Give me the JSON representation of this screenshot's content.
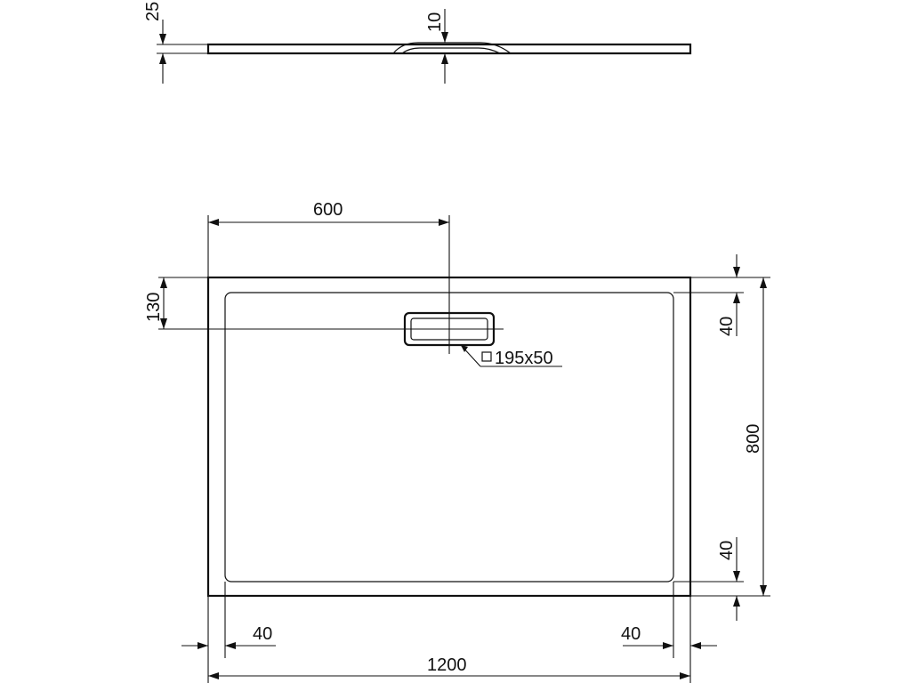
{
  "side_view": {
    "height_label": "25",
    "drain_depth_label": "10"
  },
  "plan_view": {
    "drain_offset_x_label": "600",
    "drain_offset_y_label": "130",
    "drain_size_label": "195x50",
    "top_margin_label": "40",
    "bottom_margin_label": "40",
    "depth_label": "800",
    "left_margin_label": "40",
    "right_margin_label": "40",
    "width_label": "1200"
  }
}
